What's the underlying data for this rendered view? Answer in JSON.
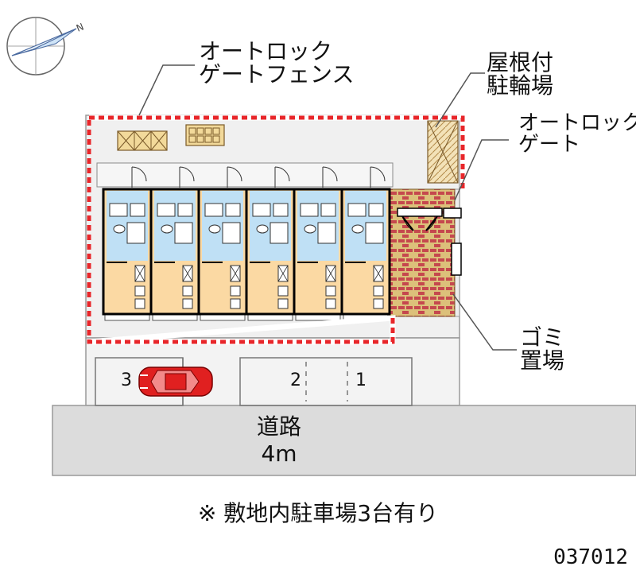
{
  "labels": {
    "autolock_fence_line1": "オートロック",
    "autolock_fence_line2": "ゲートフェンス",
    "bike_parking_line1": "屋根付",
    "bike_parking_line2": "駐輪場",
    "autolock_gate_line1": "オートロック",
    "autolock_gate_line2": "ゲート",
    "garbage_line1": "ゴミ",
    "garbage_line2": "置場"
  },
  "road": {
    "name": "道路",
    "width": "4m"
  },
  "parking": {
    "slots": [
      "3",
      "2",
      "1"
    ]
  },
  "note": "※ 敷地内駐車場3台有り",
  "code": "037012",
  "colors": {
    "fence": "#e8262a",
    "room_floor": "#fbd9a3",
    "wet_area": "#bfe0f5",
    "brick": "#d6a36a",
    "mortar": "#b07a54",
    "lot": "#efefef",
    "road": "#dcdcdc",
    "car": "#e02020"
  }
}
